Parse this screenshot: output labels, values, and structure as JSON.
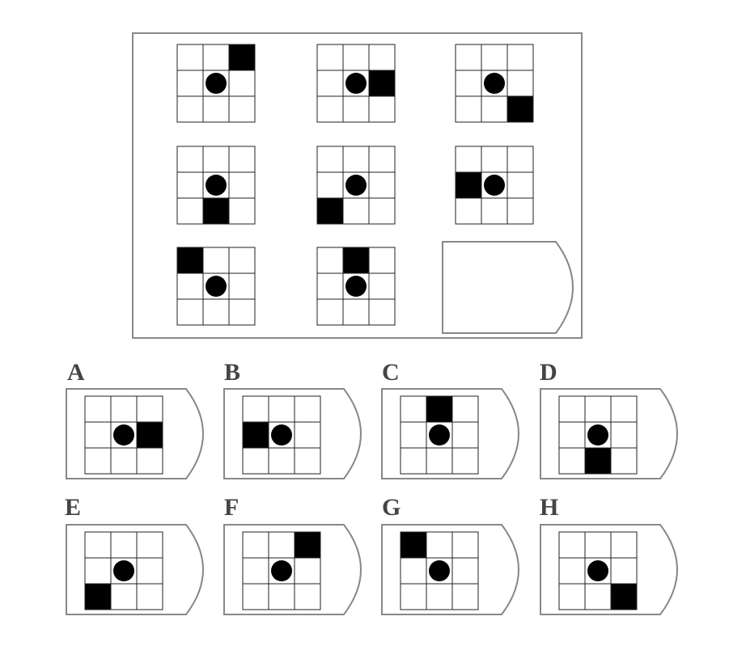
{
  "colors": {
    "frame": "#888888",
    "grid_line": "#222222",
    "filled_cell": "#000000",
    "dot": "#000000",
    "label": "#444444"
  },
  "puzzle": {
    "grid_size": 3,
    "matrix": [
      {
        "square": [
          0,
          2
        ],
        "dot": [
          1,
          1
        ]
      },
      {
        "square": [
          1,
          2
        ],
        "dot": [
          1,
          1
        ]
      },
      {
        "square": [
          2,
          2
        ],
        "dot": [
          1,
          1
        ]
      },
      {
        "square": [
          2,
          1
        ],
        "dot": [
          1,
          1
        ]
      },
      {
        "square": [
          2,
          0
        ],
        "dot": [
          1,
          1
        ]
      },
      {
        "square": [
          1,
          0
        ],
        "dot": [
          1,
          1
        ]
      },
      {
        "square": [
          0,
          0
        ],
        "dot": [
          1,
          1
        ]
      },
      {
        "square": [
          0,
          1
        ],
        "dot": [
          1,
          1
        ]
      },
      {
        "missing": true
      }
    ],
    "options": [
      {
        "label": "A",
        "square": [
          1,
          2
        ],
        "dot": [
          1,
          1
        ]
      },
      {
        "label": "B",
        "square": [
          1,
          0
        ],
        "dot": [
          1,
          1
        ]
      },
      {
        "label": "C",
        "square": [
          0,
          1
        ],
        "dot": [
          1,
          1
        ]
      },
      {
        "label": "D",
        "square": [
          2,
          1
        ],
        "dot": [
          1,
          1
        ]
      },
      {
        "label": "E",
        "square": [
          2,
          0
        ],
        "dot": [
          1,
          1
        ]
      },
      {
        "label": "F",
        "square": [
          0,
          2
        ],
        "dot": [
          1,
          1
        ]
      },
      {
        "label": "G",
        "square": [
          0,
          0
        ],
        "dot": [
          1,
          1
        ]
      },
      {
        "label": "H",
        "square": [
          2,
          2
        ],
        "dot": [
          1,
          1
        ]
      }
    ]
  }
}
